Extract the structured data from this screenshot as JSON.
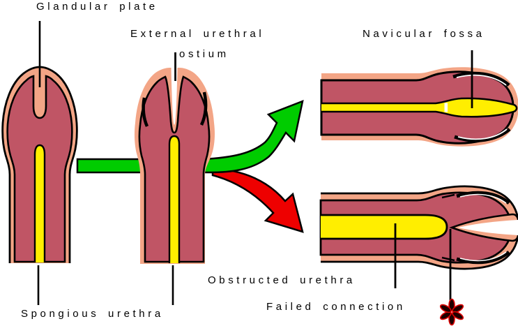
{
  "labels": {
    "glandular_plate": "Glandular plate",
    "external_urethral_line1": "External urethral",
    "external_urethral_line2": "ostium",
    "navicular_fossa": "Navicular fossa",
    "spongious_urethra": "Spongious urethra",
    "obstructed_urethra": "Obstructed urethra",
    "failed_connection": "Failed connection"
  },
  "colors": {
    "skin": "#F3A586",
    "tissue": "#C05565",
    "urethra": "#FFEE00",
    "arrow_success": "#00CC00",
    "arrow_failure": "#EE0000",
    "outline": "#000000",
    "asterisk_fill": "#200000",
    "asterisk_stroke": "#DD0000"
  },
  "symbols": {
    "failed_connection_marker": "six-petal-asterisk"
  }
}
